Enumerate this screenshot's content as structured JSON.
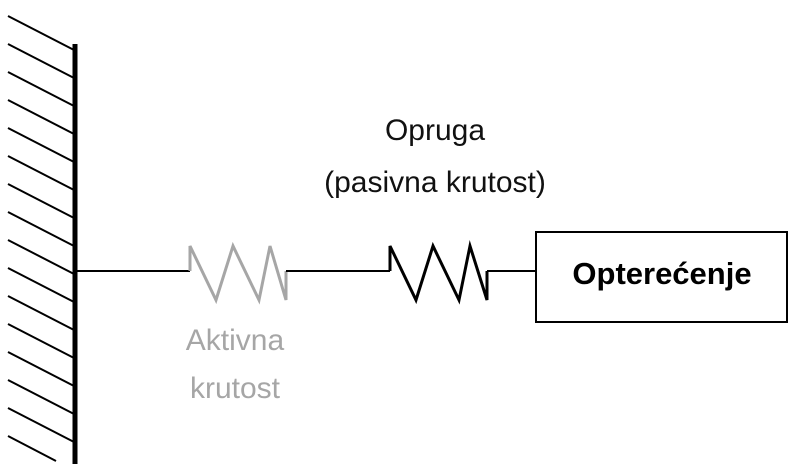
{
  "labels": {
    "spring_line1": "Opruga",
    "spring_line2": "(pasivna krutost)",
    "active_line1": "Aktivna",
    "active_line2": "krutost",
    "load": "Opterećenje"
  },
  "colors": {
    "stroke": "#000000",
    "active": "#a6a6a6",
    "background": "#ffffff"
  }
}
